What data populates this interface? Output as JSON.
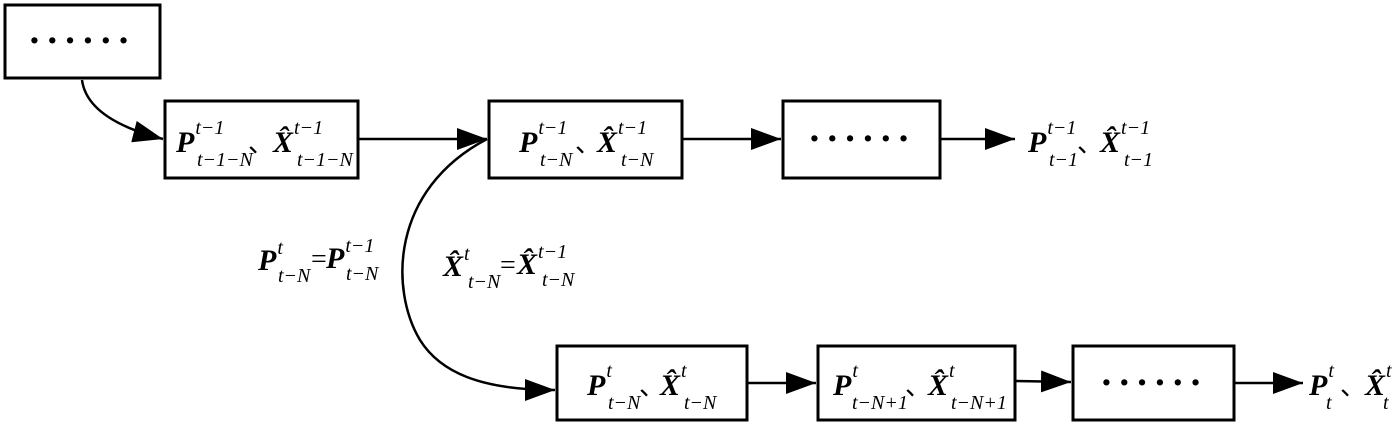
{
  "ellipsis": "······",
  "sep": "、",
  "eq": "=",
  "symbols": {
    "P": "P",
    "X": "X̂"
  },
  "boxes": {
    "start": {
      "dots": "······"
    },
    "b1": {
      "p_sup": "t−1",
      "p_sub": "t−1−N",
      "x_sup": "t−1",
      "x_sub": "t−1−N"
    },
    "b2": {
      "p_sup": "t−1",
      "p_sub": "t−N",
      "x_sup": "t−1",
      "x_sub": "t−N"
    },
    "b3": {
      "dots": "······"
    },
    "b4": {
      "p_sup": "t",
      "p_sub": "t−N",
      "x_sup": "t",
      "x_sub": "t−N"
    },
    "b5": {
      "p_sup": "t",
      "p_sub": "t−N+1",
      "x_sup": "t",
      "x_sub": "t−N+1"
    },
    "b6": {
      "dots": "······"
    }
  },
  "outputs": {
    "top": {
      "p_sup": "t−1",
      "p_sub": "t−1",
      "x_sup": "t−1",
      "x_sub": "t−1"
    },
    "bottom": {
      "p_sup": "t",
      "p_sub": "t",
      "x_sup": "t",
      "x_sub": "t"
    }
  },
  "equations": {
    "p_eq": {
      "l_sup": "t",
      "l_sub": "t−N",
      "r_sup": "t−1",
      "r_sub": "t−N"
    },
    "x_eq": {
      "l_sup": "t",
      "l_sub": "t−N",
      "r_sup": "t−1",
      "r_sub": "t−N"
    }
  }
}
